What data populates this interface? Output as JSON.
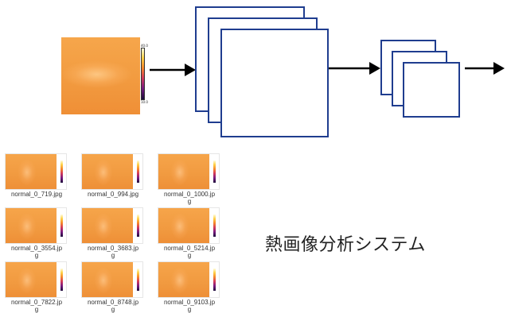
{
  "input_image": {
    "colorbar_max": "40.0",
    "colorbar_min": "10.0"
  },
  "thumbnails": [
    {
      "label": "normal_0_719.jpg"
    },
    {
      "label": "normal_0_994.jpg"
    },
    {
      "label": "normal_0_1000.jp\ng"
    },
    {
      "label": "normal_0_3554.jp\ng"
    },
    {
      "label": "normal_0_3683.jp\ng"
    },
    {
      "label": "normal_0_5214.jp\ng"
    },
    {
      "label": "normal_0_7822.jp\ng"
    },
    {
      "label": "normal_0_8748.jp\ng"
    },
    {
      "label": "normal_0_9103.jp\ng"
    }
  ],
  "system_label": "熱画像分析システム",
  "colors": {
    "feature_map_border": "#1f3d8f",
    "arrow": "#000000",
    "thermal_base": "#f29c41"
  }
}
